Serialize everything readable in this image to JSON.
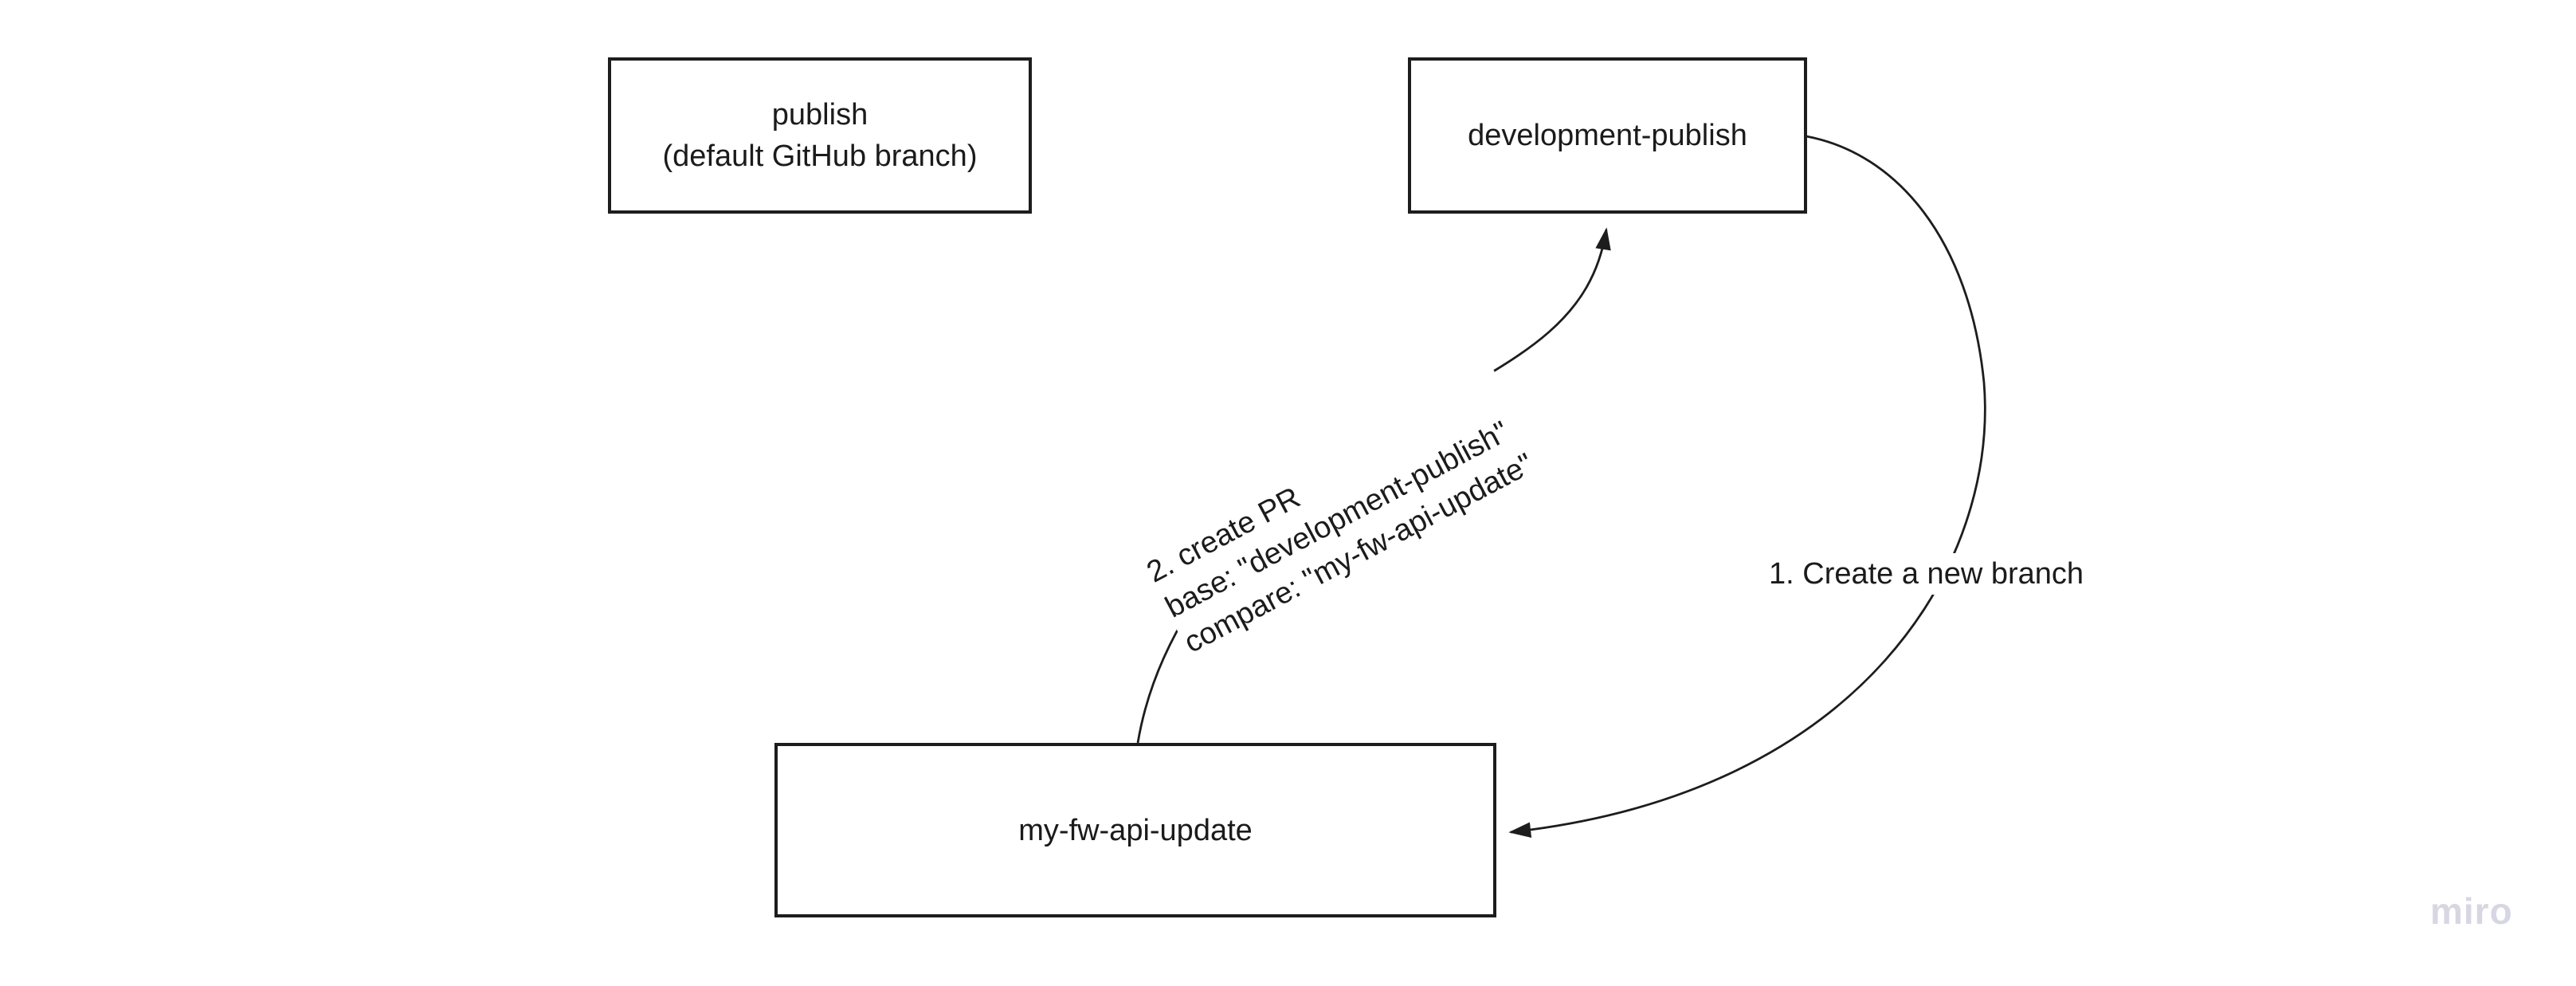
{
  "diagram": {
    "nodes": {
      "publish": {
        "line1": "publish",
        "line2": "(default GitHub branch)"
      },
      "development_publish": {
        "label": "development-publish"
      },
      "my_fw_api_update": {
        "label": "my-fw-api-update"
      }
    },
    "connectors": {
      "create_branch": {
        "label": "1. Create a new branch"
      },
      "create_pr": {
        "line1": "2. create PR",
        "line2": "base: \"development-publish\"",
        "line3": "compare: \"my-fw-api-update\""
      }
    },
    "colors": {
      "stroke": "#1d1d1d",
      "text": "#1b1b1b",
      "background": "#ffffff"
    }
  },
  "watermark": {
    "label": "miro",
    "color": "#d7d6e3"
  }
}
